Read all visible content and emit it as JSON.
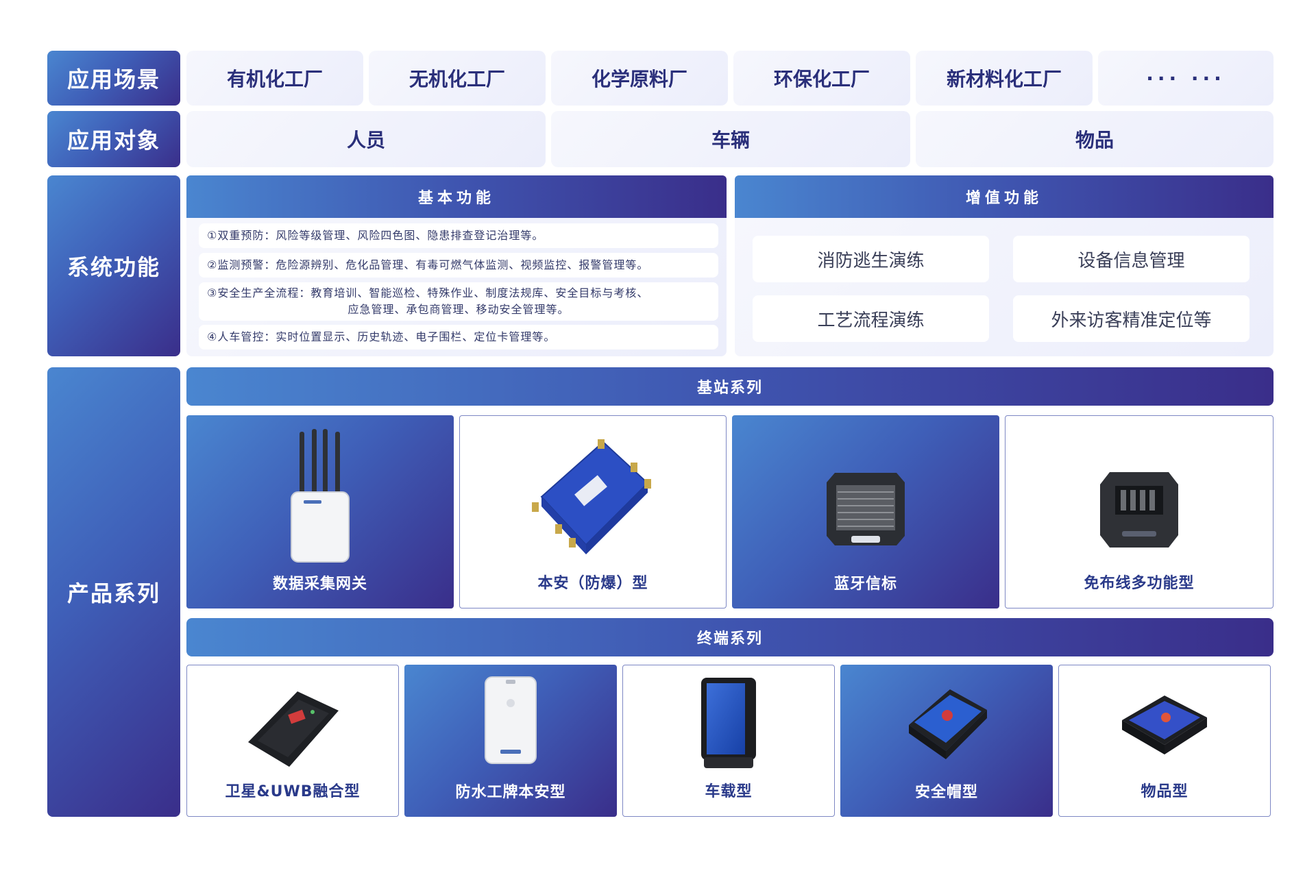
{
  "rows": {
    "scenes": {
      "label": "应用场景",
      "items": [
        "有机化工厂",
        "无机化工厂",
        "化学原料厂",
        "环保化工厂",
        "新材料化工厂",
        "··· ···"
      ]
    },
    "objects": {
      "label": "应用对象",
      "items": [
        "人员",
        "车辆",
        "物品"
      ]
    },
    "functions": {
      "label": "系统功能",
      "basic": {
        "title": "基本功能",
        "items": [
          "①双重预防：风险等级管理、风险四色图、隐患排查登记治理等。",
          "②监测预警：危险源辨别、危化品管理、有毒可燃气体监测、视频监控、报警管理等。",
          "③安全生产全流程：教育培训、智能巡检、特殊作业、制度法规库、安全目标与考核、",
          "应急管理、承包商管理、移动安全管理等。",
          "④人车管控：实时位置显示、历史轨迹、电子围栏、定位卡管理等。"
        ]
      },
      "value_added": {
        "title": "增值功能",
        "items": [
          "消防逃生演练",
          "设备信息管理",
          "工艺流程演练",
          "外来访客精准定位等"
        ]
      }
    },
    "products": {
      "label": "产品系列",
      "base_station": {
        "title": "基站系列",
        "items": [
          {
            "name": "数据采集网关",
            "icon": "gateway-antenna-icon"
          },
          {
            "name": "本安（防爆）型",
            "icon": "explosion-proof-box-icon"
          },
          {
            "name": "蓝牙信标",
            "icon": "bluetooth-beacon-icon"
          },
          {
            "name": "免布线多功能型",
            "icon": "wireless-multifunction-icon"
          }
        ]
      },
      "terminal": {
        "title": "终端系列",
        "items": [
          {
            "name": "卫星&UWB融合型",
            "icon": "satellite-uwb-tag-icon"
          },
          {
            "name": "防水工牌本安型",
            "icon": "badge-tag-icon"
          },
          {
            "name": "车载型",
            "icon": "vehicle-tag-icon"
          },
          {
            "name": "安全帽型",
            "icon": "helmet-tag-icon"
          },
          {
            "name": "物品型",
            "icon": "asset-tag-icon"
          }
        ]
      }
    }
  },
  "colors": {
    "primary_light": "#4a86d0",
    "primary_dark": "#3a2e8a",
    "text_blue": "#2a2f7a",
    "soft_bg": "#eceefb"
  }
}
